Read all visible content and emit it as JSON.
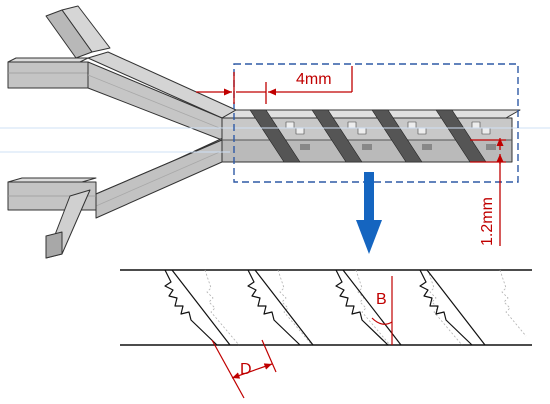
{
  "labels": {
    "length": "4mm",
    "height": "1.2mm",
    "angle": "B",
    "pitch": "D"
  },
  "colors": {
    "dimension": "#c00000",
    "channel_fill": "#c8c8c8",
    "channel_fill_dark": "#9a9a9a",
    "channel_stroke": "#333333",
    "inset_box": "#2f5aa6",
    "arrow": "#1565c0",
    "lines": "#111111",
    "faded_pattern": "#b0b0b0"
  }
}
